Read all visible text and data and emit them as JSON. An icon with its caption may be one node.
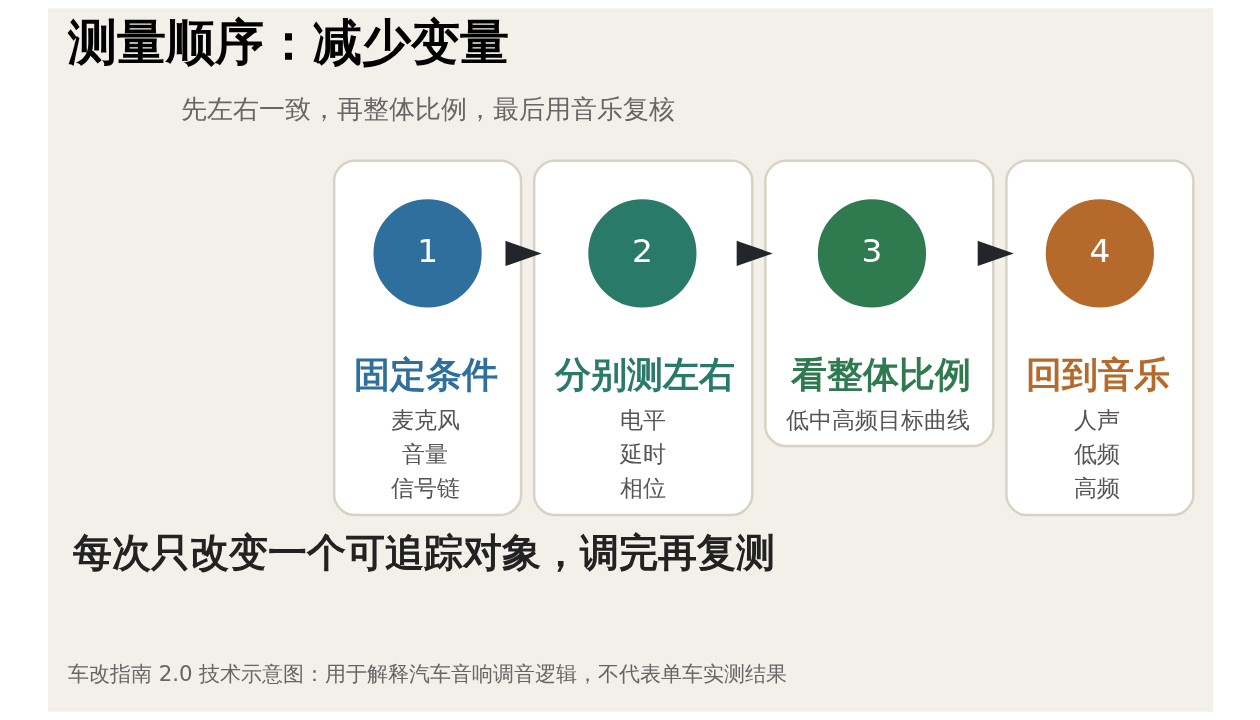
{
  "diagram": {
    "title": "测量顺序：减少变量",
    "nodes": [
      {
        "text": [
          "固定条件",
          "麦克风",
          "音量",
          "信号链"
        ]
      },
      {
        "text": [
          "1"
        ],
        "in": 0
      },
      {
        "text": [
          "分别测左右",
          "电平",
          "延时",
          "相位"
        ]
      },
      {
        "text": [
          "2"
        ],
        "in": 2
      },
      {
        "text": [
          "看整体比例",
          "低中高频目标曲线"
        ]
      },
      {
        "text": [
          "3"
        ],
        "in": 4
      },
      {
        "text": [
          "回到音乐",
          "人声",
          "低频",
          "高频"
        ]
      },
      {
        "text": [
          "4"
        ],
        "in": 6
      }
    ],
    "edges": [
      {
        "from": 0,
        "to": 2,
        "arrow": "to"
      },
      {
        "from": 2,
        "to": 4,
        "arrow": "to"
      },
      {
        "from": 4,
        "to": 6,
        "arrow": "to"
      }
    ],
    "labels": [
      "先左右一致，再整体比例，最后用音乐复核",
      "每次只改变一个可追踪对象，调完再复测",
      "车改指南 2.0 技术示意图：用于解释汽车音响调音逻辑，不代表单车实测结果"
    ]
  }
}
